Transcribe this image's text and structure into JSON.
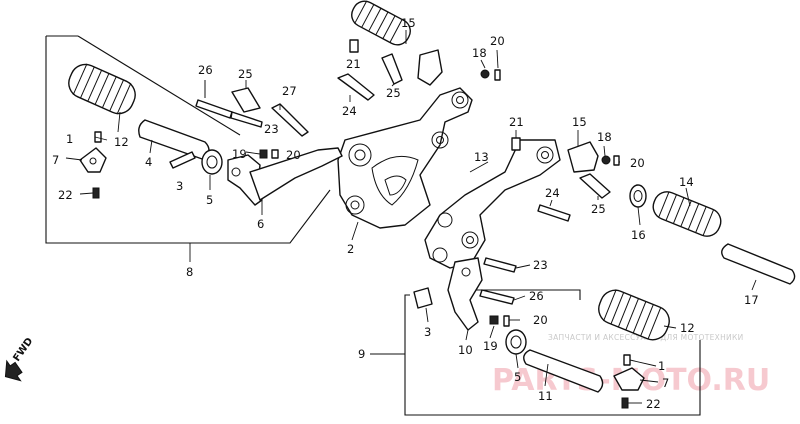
{
  "diagram": {
    "part_labels": [
      {
        "id": "15a",
        "text": "15"
      },
      {
        "id": "20a",
        "text": "20"
      },
      {
        "id": "18a",
        "text": "18"
      },
      {
        "id": "21a",
        "text": "21"
      },
      {
        "id": "25a",
        "text": "25"
      },
      {
        "id": "24a",
        "text": "24"
      },
      {
        "id": "26a",
        "text": "26"
      },
      {
        "id": "25b",
        "text": "25"
      },
      {
        "id": "27a",
        "text": "27"
      },
      {
        "id": "23a",
        "text": "23"
      },
      {
        "id": "1a",
        "text": "1"
      },
      {
        "id": "12a",
        "text": "12"
      },
      {
        "id": "7a",
        "text": "7"
      },
      {
        "id": "4a",
        "text": "4"
      },
      {
        "id": "3a",
        "text": "3"
      },
      {
        "id": "22a",
        "text": "22"
      },
      {
        "id": "19a",
        "text": "19"
      },
      {
        "id": "20b",
        "text": "20"
      },
      {
        "id": "5a",
        "text": "5"
      },
      {
        "id": "6a",
        "text": "6"
      },
      {
        "id": "8a",
        "text": "8"
      },
      {
        "id": "2a",
        "text": "2"
      },
      {
        "id": "13a",
        "text": "13"
      },
      {
        "id": "21b",
        "text": "21"
      },
      {
        "id": "15b",
        "text": "15"
      },
      {
        "id": "18b",
        "text": "18"
      },
      {
        "id": "20c",
        "text": "20"
      },
      {
        "id": "24b",
        "text": "24"
      },
      {
        "id": "25c",
        "text": "25"
      },
      {
        "id": "14a",
        "text": "14"
      },
      {
        "id": "16a",
        "text": "16"
      },
      {
        "id": "17a",
        "text": "17"
      },
      {
        "id": "23b",
        "text": "23"
      },
      {
        "id": "26b",
        "text": "26"
      },
      {
        "id": "3b",
        "text": "3"
      },
      {
        "id": "20d",
        "text": "20"
      },
      {
        "id": "10a",
        "text": "10"
      },
      {
        "id": "19b",
        "text": "19"
      },
      {
        "id": "9a",
        "text": "9"
      },
      {
        "id": "12b",
        "text": "12"
      },
      {
        "id": "1b",
        "text": "1"
      },
      {
        "id": "7b",
        "text": "7"
      },
      {
        "id": "5b",
        "text": "5"
      },
      {
        "id": "11a",
        "text": "11"
      },
      {
        "id": "22b",
        "text": "22"
      }
    ],
    "direction_label": "FWD",
    "watermark_caption": "ЗАПЧАСТИ И АКСЕССУАРЫ ДЛЯ МОТОТЕХНИКИ",
    "watermark_logo": "PARTS-MOTO.RU"
  }
}
